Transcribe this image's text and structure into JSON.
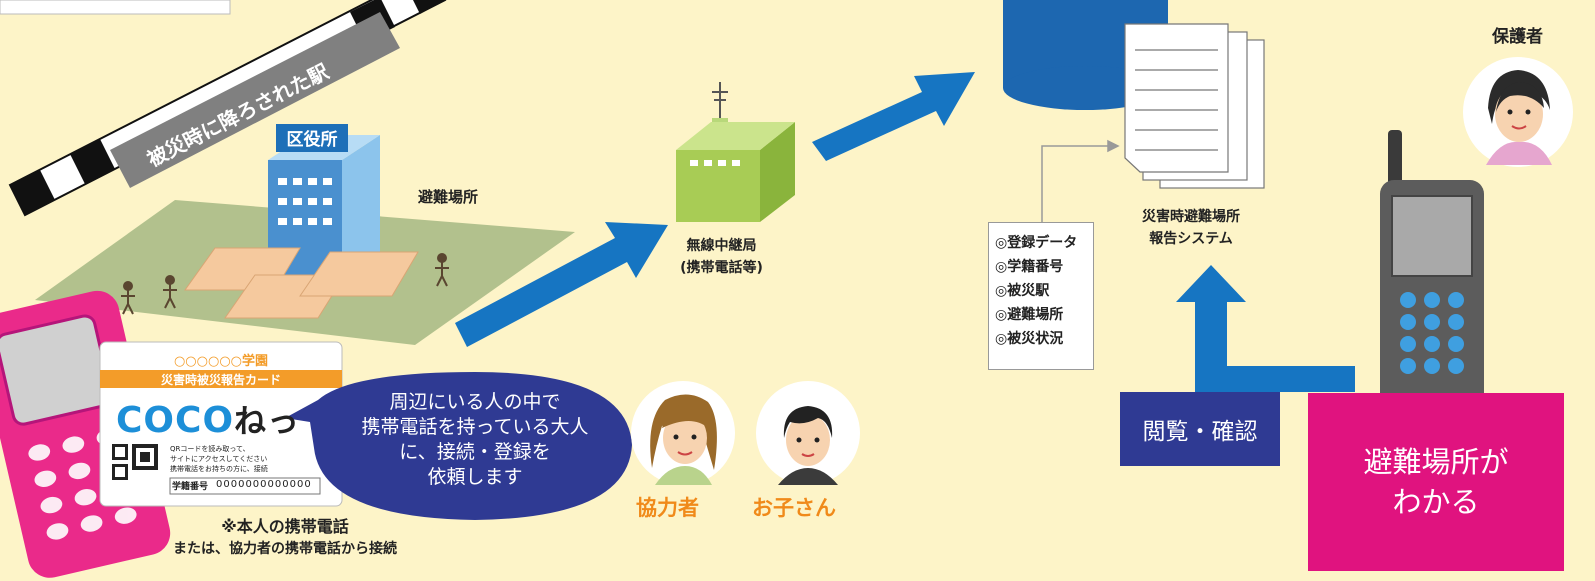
{
  "station_sign": "被災時に降ろされた駅",
  "ward_office": "区役所",
  "evacuation_site": "避難場所",
  "relay_station": {
    "line1": "無線中継局",
    "line2": "(携帯電話等)"
  },
  "report_system": {
    "line1": "災害時避難場所",
    "line2": "報告システム"
  },
  "guardian": "保護者",
  "data_items": [
    "◎登録データ",
    "◎学籍番号",
    "◎被災駅",
    "◎避難場所",
    "◎被災状況"
  ],
  "card": {
    "school": "○○○○○○学園",
    "title": "災害時被災報告カード",
    "brand_coco": "COCO",
    "brand_nekko": "ねっ",
    "desc": [
      "QRコードを読み取って、",
      "サイトにアクセスしてください",
      "携帯電話をお持ちの方に、接続"
    ],
    "id_label": "学籍番号",
    "id_value": "0000000000000"
  },
  "speech_bubble": [
    "周辺にいる人の中で",
    "携帯電話を持っている大人",
    "に、接続・登録を",
    "依頼します"
  ],
  "helper": "協力者",
  "child": "お子さん",
  "note": {
    "line1": "※本人の携帯電話",
    "line2": "または、協力者の携帯電話から接続"
  },
  "view_confirm": "閲覧・確認",
  "result": {
    "line1": "避難場所が",
    "line2": "わかる"
  },
  "colors": {
    "background": "#fdf4c8",
    "arrow": "#1675c2",
    "label_box": "#2f3a93",
    "result_box": "#e0137f",
    "pink_phone": "#ea2a8a",
    "card_orange": "#f39c29"
  }
}
